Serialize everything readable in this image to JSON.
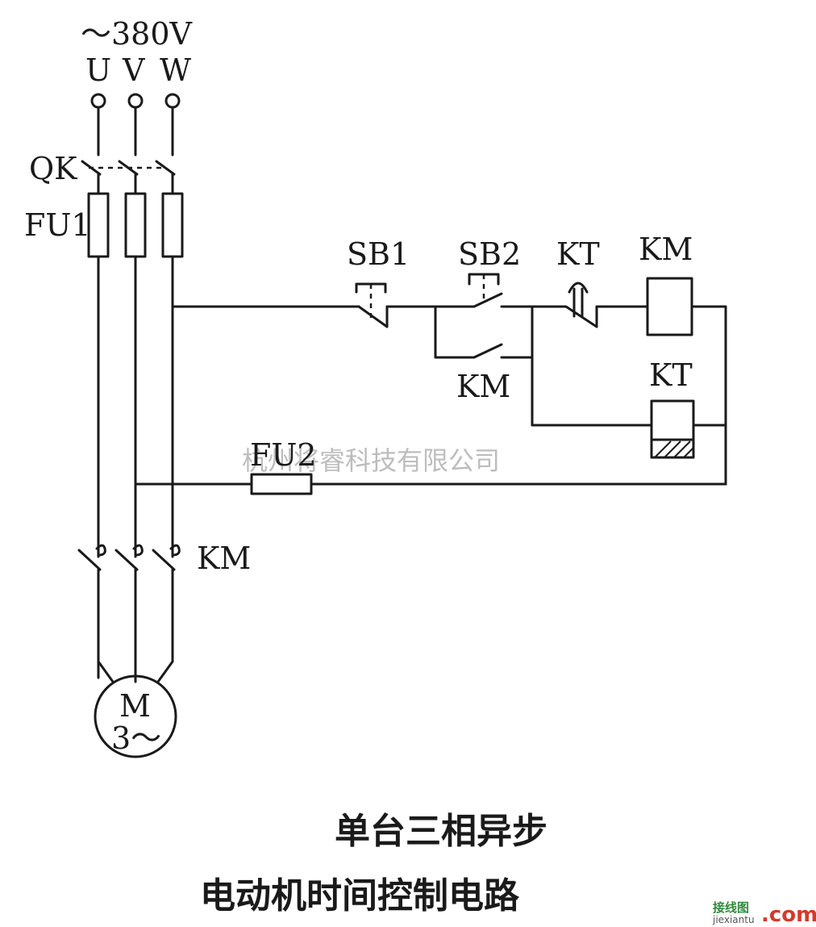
{
  "supply": {
    "voltage": "～380V",
    "phases": [
      "U",
      "V",
      "W"
    ]
  },
  "labels": {
    "qk": "QK",
    "fu1": "FU1",
    "sb1": "SB1",
    "sb2": "SB2",
    "kt_contact": "KT",
    "km_coil": "KM",
    "km_hold": "KM",
    "kt_coil": "KT",
    "fu2": "FU2",
    "km_main": "KM"
  },
  "motor": {
    "line1": "M",
    "line2": "3～"
  },
  "caption": {
    "line1": "单台三相异步",
    "line2": "电动机时间控制电路"
  },
  "watermark": "杭州将睿科技有限公司",
  "logo": {
    "cn": "接线图",
    "en": "jiexiantu",
    "com": ".com"
  },
  "colors": {
    "ink": "#1a1a1a",
    "watermark": "#bdbdbd",
    "logo_green": "#2e8b3a",
    "logo_red": "#d33a2c"
  }
}
